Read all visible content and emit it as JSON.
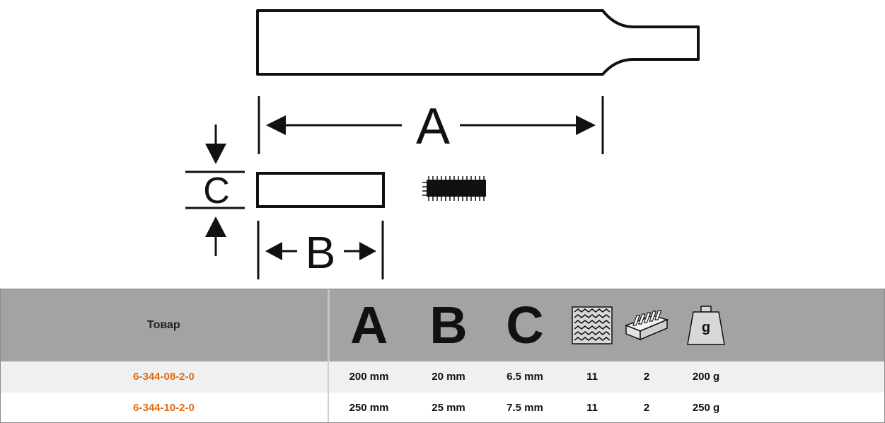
{
  "diagram": {
    "label_a": "A",
    "label_b": "B",
    "label_c": "C"
  },
  "table": {
    "header": {
      "product": "Товар",
      "col_a": "A",
      "col_b": "B",
      "col_c": "C",
      "cut_icon": "cut-teeth-icon",
      "pack_icon": "package-quantity-icon",
      "weight_icon": "weight-icon",
      "weight_symbol": "g"
    },
    "rows": [
      {
        "product": "6-344-08-2-0",
        "a": "200 mm",
        "b": "20 mm",
        "c": "6.5 mm",
        "cut": "11",
        "pack": "2",
        "weight": "200 g"
      },
      {
        "product": "6-344-10-2-0",
        "a": "250 mm",
        "b": "25 mm",
        "c": "7.5 mm",
        "cut": "11",
        "pack": "2",
        "weight": "250 g"
      }
    ],
    "colors": {
      "header_bg": "#a3a3a3",
      "link": "#e06b12",
      "row_alt": "#f0f0f0"
    }
  }
}
